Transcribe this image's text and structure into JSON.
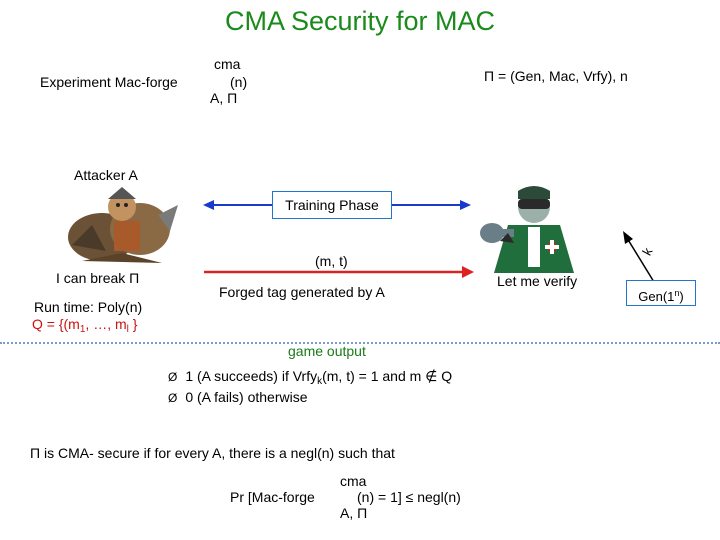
{
  "title": "CMA Security for MAC",
  "experiment": {
    "label": "Experiment Mac-forge",
    "sup": "cma",
    "arg": "(n)",
    "sub": "A, Π"
  },
  "scheme": "Π = (Gen, Mac, Vrfy),  n",
  "attacker_label": "Attacker A",
  "training_phase": "Training Phase",
  "key_label": "k",
  "message_pair": "(m, t)",
  "attacker_says": "I can break Π",
  "forged_tag": "Forged tag generated by A",
  "verifier_says": "Let me verify",
  "gen": {
    "text": "Gen(1",
    "sup": "n",
    "close": ")"
  },
  "run_time": "Run time: Poly(n)",
  "query_set": {
    "part1": "Q = {(m",
    "sub1": "1",
    "part2": ", …, m",
    "sub2": "l",
    "part3": " }"
  },
  "game_output": "game output",
  "outcomes": [
    {
      "bullet": "Ø",
      "pre": "1 (A succeeds) if Vrfy",
      "sub": "k",
      "post": "(m, t) = 1 and m ∉ Q"
    },
    {
      "bullet": "Ø",
      "pre": "0 (A fails) otherwise",
      "sub": "",
      "post": ""
    }
  ],
  "definition": "Π is CMA- secure if for every A, there is a negl(n) such that",
  "formula": {
    "prefix": "Pr [Mac-forge",
    "sup": "cma",
    "arg": "(n) = 1] ≤ negl(n)",
    "sub": "A, Π"
  },
  "colors": {
    "title": "#1a8a1a",
    "arrow_blue": "#1a3acc",
    "arrow_red": "#dd2222",
    "box_border": "#2277cc",
    "query_set": "#cc1111",
    "game_output": "#1a7a1a"
  }
}
